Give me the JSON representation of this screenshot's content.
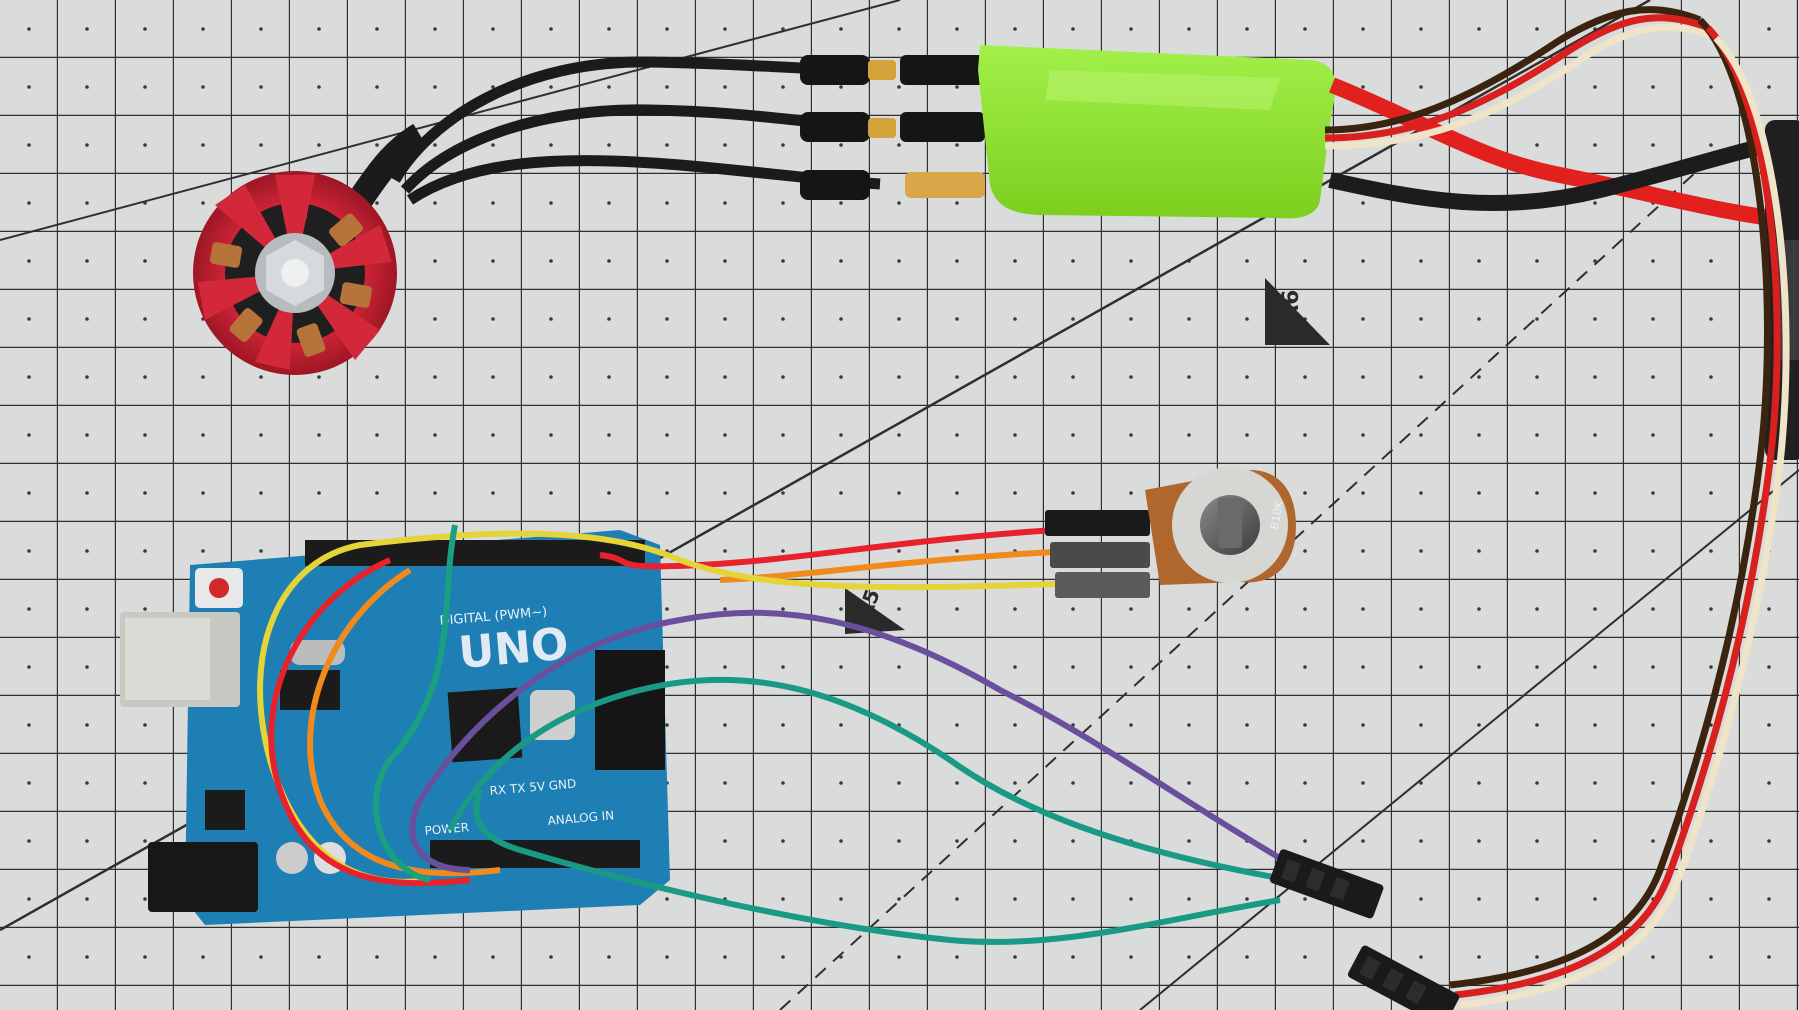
{
  "mat": {
    "label_a6": "A6",
    "label_a5": "A5",
    "colors": {
      "base": "#dadcdb",
      "grid": "#303030",
      "dot": "#3a3a3a"
    }
  },
  "board": {
    "brand_text": "UNO",
    "digital_header_text": "DIGITAL (PWM~)",
    "power_label": "POWER",
    "analog_label": "ANALOG IN",
    "pin_labels": "RX TX 5V GND",
    "colors": {
      "pcb": "#1e7fb4",
      "silk": "#dfeaf2",
      "header": "#1b1b1b"
    }
  },
  "potentiometer": {
    "value_label": "B10K",
    "colors": {
      "pcb": "#b0672e",
      "knob": "#5c5c5c"
    }
  },
  "esc": {
    "colors": {
      "body": "#8fe82c",
      "bullet": "#d4a23a"
    }
  },
  "motor": {
    "colors": {
      "bell": "#d2283a",
      "shaft": "#c9cdd0",
      "coil": "#b6743a"
    }
  },
  "wires": {
    "colors": {
      "yellow": "#e5d437",
      "orange": "#f08a1c",
      "red": "#e8222c",
      "purple": "#6a4f9c",
      "green": "#1aa080",
      "teal": "#1a9a84",
      "servo_brown": "#3a2410",
      "servo_red": "#d8201e",
      "servo_white": "#efe3c8",
      "black": "#1a1a1a"
    }
  }
}
